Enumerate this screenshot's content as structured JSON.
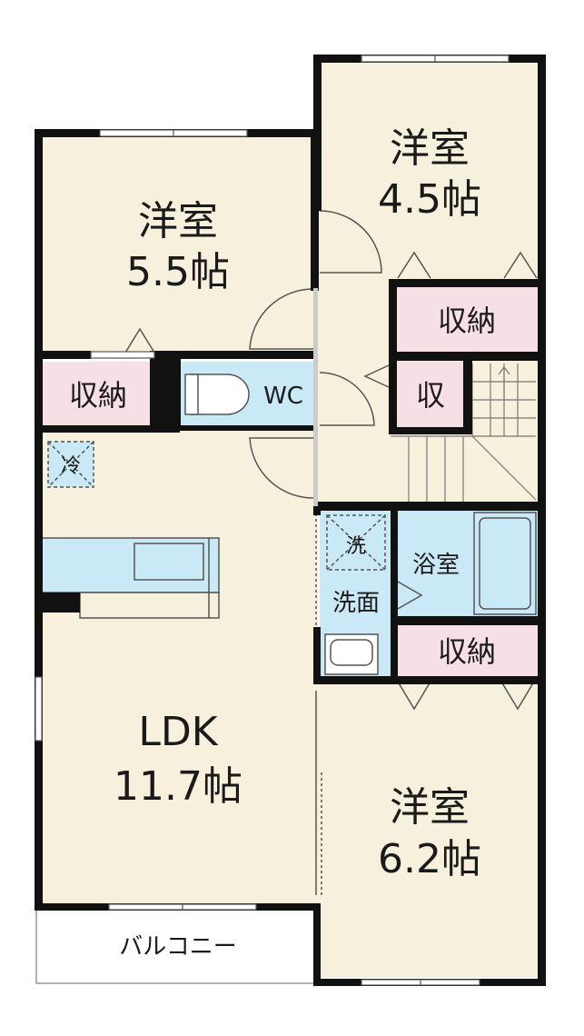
{
  "rooms": {
    "bed1": {
      "name": "洋室",
      "size": "5.5帖"
    },
    "bed2": {
      "name": "洋室",
      "size": "4.5帖"
    },
    "bed3": {
      "name": "洋室",
      "size": "6.2帖"
    },
    "ldk": {
      "name": "LDK",
      "size": "11.7帖"
    },
    "storage_left": "収納",
    "storage_right_top": "収納",
    "storage_small": "収",
    "storage_right_bottom": "収納",
    "wc": "WC",
    "bath": "浴室",
    "washroom": "洗面",
    "washer": "洗",
    "fridge": "冷",
    "balcony": "バルコニー"
  },
  "colors": {
    "wall": "#111111",
    "room_floor": "#f7f0dc",
    "storage": "#f7dfe6",
    "wet_area": "#c9e9f6",
    "window": "#ffffff"
  }
}
